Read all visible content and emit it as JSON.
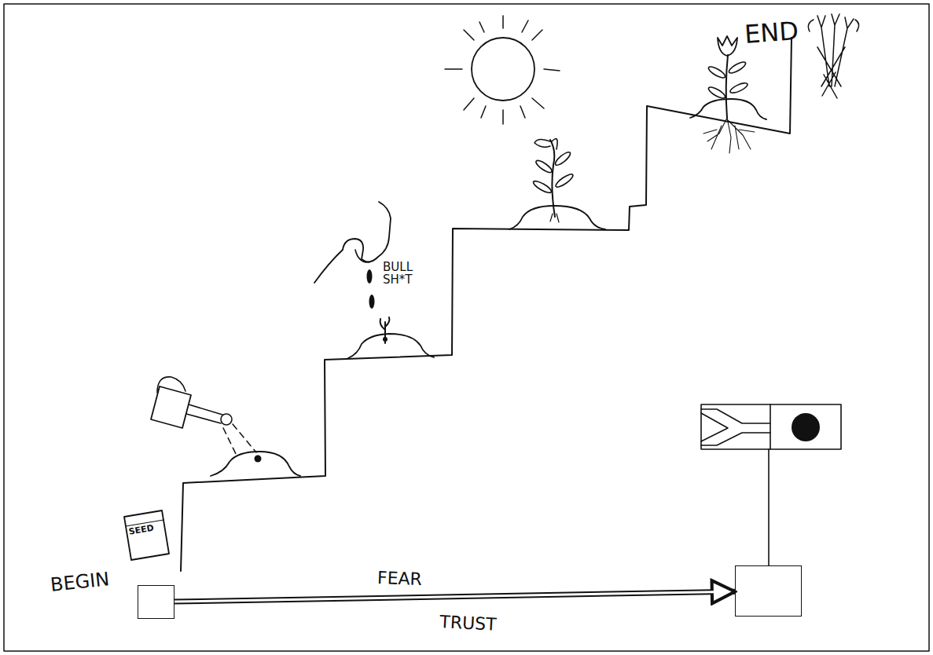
{
  "diagram": {
    "nodes": [
      {
        "text": [
          "BEGIN"
        ]
      },
      {
        "text": []
      }
    ],
    "edges": [
      {
        "from": 0,
        "to": 1,
        "arrow": "to",
        "label": "FEAR"
      }
    ],
    "labels": [
      "SEED",
      "BULL SH*T",
      "END",
      "TRUST"
    ]
  }
}
